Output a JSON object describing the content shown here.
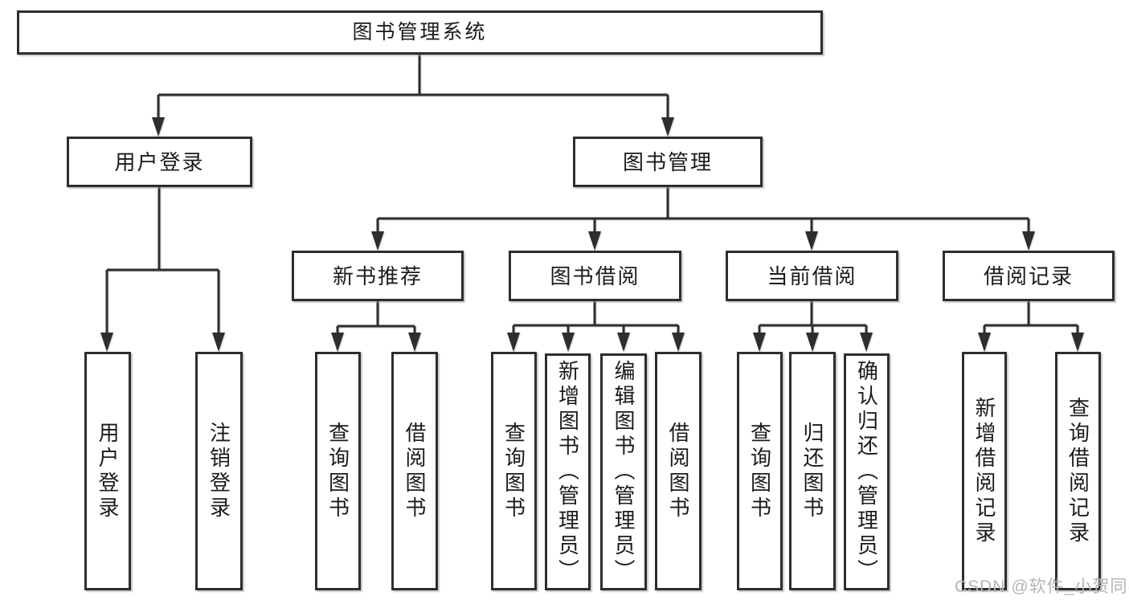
{
  "tree": {
    "root": {
      "label": "图书管理系统",
      "children": [
        {
          "label": "用户登录",
          "children": [
            {
              "label": "用户登录"
            },
            {
              "label": "注销登录"
            }
          ]
        },
        {
          "label": "图书管理",
          "children": [
            {
              "label": "新书推荐",
              "children": [
                {
                  "label": "查询图书"
                },
                {
                  "label": "借阅图书"
                }
              ]
            },
            {
              "label": "图书借阅",
              "children": [
                {
                  "label": "查询图书"
                },
                {
                  "label": "新增图书（管理员）"
                },
                {
                  "label": "编辑图书（管理员）"
                },
                {
                  "label": "借阅图书"
                }
              ]
            },
            {
              "label": "当前借阅",
              "children": [
                {
                  "label": "查询图书"
                },
                {
                  "label": "归还图书"
                },
                {
                  "label": "确认归还（管理员）"
                }
              ]
            },
            {
              "label": "借阅记录",
              "children": [
                {
                  "label": "新增借阅记录"
                },
                {
                  "label": "查询借阅记录"
                }
              ]
            }
          ]
        }
      ]
    }
  },
  "watermark": {
    "text": "CSDN @软件_小贺同学"
  },
  "colors": {
    "line": "#2e2e2e",
    "text": "#1b1b1b",
    "background": "#ffffff",
    "watermark": "#b5b5b5"
  }
}
